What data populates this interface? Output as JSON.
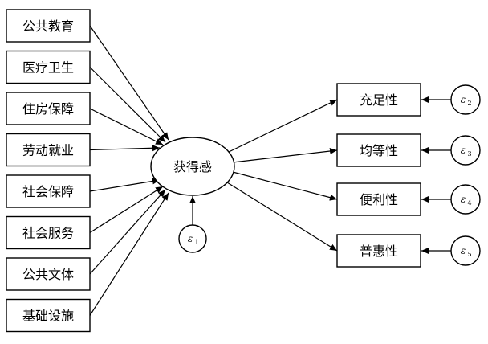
{
  "diagram": {
    "inputs": [
      "公共教育",
      "医疗卫生",
      "住房保障",
      "劳动就业",
      "社会保障",
      "社会服务",
      "公共文体",
      "基础设施"
    ],
    "center": "获得感",
    "center_error": {
      "symbol": "ε",
      "sub": "1"
    },
    "outputs": [
      {
        "label": "充足性",
        "error_symbol": "ε",
        "error_sub": "2"
      },
      {
        "label": "均等性",
        "error_symbol": "ε",
        "error_sub": "3"
      },
      {
        "label": "便利性",
        "error_symbol": "ε",
        "error_sub": "4"
      },
      {
        "label": "普惠性",
        "error_symbol": "ε",
        "error_sub": "5"
      }
    ],
    "colors": {
      "line": "#000000",
      "background": "#ffffff"
    }
  }
}
